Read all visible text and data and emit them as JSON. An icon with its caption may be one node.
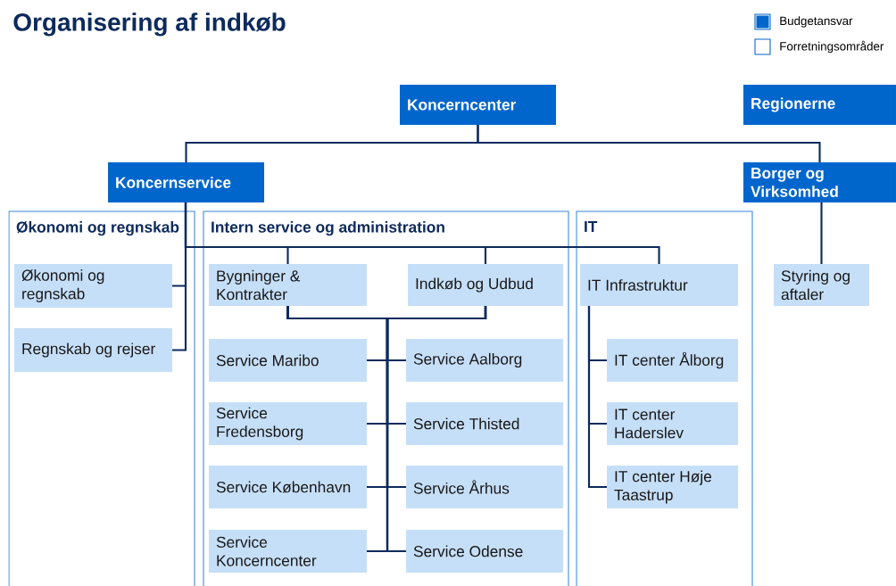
{
  "diagram": {
    "title": "Organisering af indkøb",
    "nodes": [
      {
        "text": [
          "Koncerncenter"
        ]
      },
      {
        "text": [
          "Regionerne"
        ]
      },
      {
        "text": [
          "Koncernservice"
        ]
      },
      {
        "text": [
          "Borger og Virksomhed"
        ]
      },
      {
        "text": [
          "Økonomi og regnskab"
        ]
      },
      {
        "text": [
          "Økonomi og regnskab"
        ],
        "in": 4
      },
      {
        "text": [
          "Regnskab og rejser"
        ],
        "in": 4
      },
      {
        "text": [
          "Intern service og administration"
        ]
      },
      {
        "text": [
          "Bygninger & Kontrakter"
        ],
        "in": 7
      },
      {
        "text": [
          "Indkøb og Udbud"
        ],
        "in": 7
      },
      {
        "text": [
          "Service Maribo"
        ],
        "in": 7
      },
      {
        "text": [
          "Service Aalborg"
        ],
        "in": 7
      },
      {
        "text": [
          "Service Fredensborg"
        ],
        "in": 7
      },
      {
        "text": [
          "Service Thisted"
        ],
        "in": 7
      },
      {
        "text": [
          "Service København"
        ],
        "in": 7
      },
      {
        "text": [
          "Service Århus"
        ],
        "in": 7
      },
      {
        "text": [
          "Service Koncerncenter"
        ],
        "in": 7
      },
      {
        "text": [
          "Service Odense"
        ],
        "in": 7
      },
      {
        "text": [
          "IT"
        ]
      },
      {
        "text": [
          "IT Infrastruktur"
        ],
        "in": 18
      },
      {
        "text": [
          "IT center Ålborg"
        ],
        "in": 18
      },
      {
        "text": [
          "IT center Haderslev"
        ],
        "in": 18
      },
      {
        "text": [
          "IT center Høje Taastrup"
        ],
        "in": 18
      },
      {
        "text": [
          "Styring og aftaler"
        ]
      }
    ],
    "edges": [
      {
        "from": 0,
        "to": 2,
        "arrow": "none"
      },
      {
        "from": 0,
        "to": 3,
        "arrow": "none"
      },
      {
        "from": 2,
        "to": 5,
        "arrow": "none"
      },
      {
        "from": 2,
        "to": 6,
        "arrow": "none"
      },
      {
        "from": 2,
        "to": 8,
        "arrow": "none"
      },
      {
        "from": 2,
        "to": 9,
        "arrow": "none"
      },
      {
        "from": 2,
        "to": 19,
        "arrow": "none"
      },
      {
        "from": 8,
        "to": 10,
        "arrow": "none"
      },
      {
        "from": 8,
        "to": 11,
        "arrow": "none"
      },
      {
        "from": 8,
        "to": 12,
        "arrow": "none"
      },
      {
        "from": 8,
        "to": 13,
        "arrow": "none"
      },
      {
        "from": 8,
        "to": 14,
        "arrow": "none"
      },
      {
        "from": 8,
        "to": 15,
        "arrow": "none"
      },
      {
        "from": 8,
        "to": 16,
        "arrow": "none"
      },
      {
        "from": 8,
        "to": 17,
        "arrow": "none"
      },
      {
        "from": 9,
        "to": 10,
        "arrow": "none"
      },
      {
        "from": 9,
        "to": 11,
        "arrow": "none"
      },
      {
        "from": 9,
        "to": 12,
        "arrow": "none"
      },
      {
        "from": 9,
        "to": 13,
        "arrow": "none"
      },
      {
        "from": 9,
        "to": 14,
        "arrow": "none"
      },
      {
        "from": 9,
        "to": 15,
        "arrow": "none"
      },
      {
        "from": 9,
        "to": 16,
        "arrow": "none"
      },
      {
        "from": 9,
        "to": 17,
        "arrow": "none"
      },
      {
        "from": 19,
        "to": 20,
        "arrow": "none"
      },
      {
        "from": 19,
        "to": 21,
        "arrow": "none"
      },
      {
        "from": 19,
        "to": 22,
        "arrow": "none"
      },
      {
        "from": 3,
        "to": 23,
        "arrow": "none"
      }
    ],
    "legend": [
      {
        "text": "Budgetansvar",
        "color": "#0066cc"
      },
      {
        "text": "Forretningsområder",
        "color": "#ffffff"
      }
    ]
  }
}
